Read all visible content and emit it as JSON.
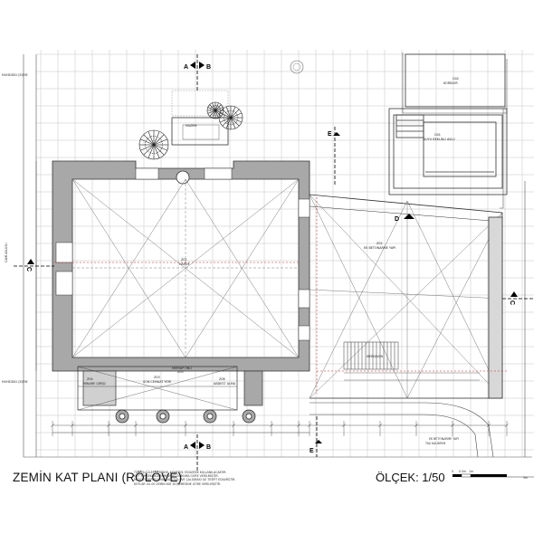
{
  "drawing": {
    "title": "ZEMİN KAT PLANI (RÖLÖVE)",
    "scale": "ÖLÇEK: 1/50",
    "scale_bar_ticks": [
      "0",
      "0.5m",
      "1m",
      "5m"
    ],
    "notes": [
      "TÜM ÖLÇÜLER YERİNDE, KONTROL EDİLEREK KULLANILACAKTIR.",
      "KOT YÜKSEKLİKLERİ MEVCUT DURUMA GÖRE VERİLMİŞTİR.",
      "MEVCUT YAPI ELEMANLARI RÖLÖVE ÇALIŞMASI İLE TESPİT EDİLMİŞTİR.",
      "KOTLAR ±0.00 ZEMİN KAT DÖŞEMESİNE GÖRE VERİLMİŞTİR."
    ]
  },
  "sections": {
    "A_top": [
      "A",
      "A"
    ],
    "B_top": "B",
    "A_bottom": [
      "A",
      "A"
    ],
    "B_bottom": "B",
    "C_left": "C",
    "C_right": "C",
    "D": "D",
    "E_top": "E",
    "E_bottom": "E"
  },
  "rooms": [
    {
      "id": "Z01",
      "name": "HARİM"
    },
    {
      "id": "Z02",
      "name": "EK BETONARME YAPI"
    },
    {
      "id": "Z03",
      "name": "SON CEMAAT YERİ"
    },
    {
      "id": "Z04",
      "name": "MİNARE GİRİŞİ"
    },
    {
      "id": "Z05",
      "name": "MİHRAP ÖNÜ"
    },
    {
      "id": "Z06",
      "name": "ABDEST ALMA"
    },
    {
      "id": "G01",
      "name": "KUYU BEKLİKLİ AVLU"
    },
    {
      "id": "G02",
      "name": "KORİDOR"
    }
  ],
  "side_labels": {
    "left_top": "MUHİDDİN ÇEŞME",
    "left_mid": "CAMİ AVLUSU",
    "left_bottom": "MUHİDDİN ÇEŞME",
    "right_bottom_top": "EK BETONARME YAPI",
    "right_bottom_sub": "TAŞ KALDIRIM"
  },
  "courtyard": {
    "label": "HAZİRE"
  },
  "stair": {
    "label": "MERDİVEN"
  },
  "colors": {
    "wall_fill": "#a8a8a8",
    "grid": "#c4c4c4",
    "line": "#3a3a3a",
    "red_marker": "#cc2222"
  }
}
